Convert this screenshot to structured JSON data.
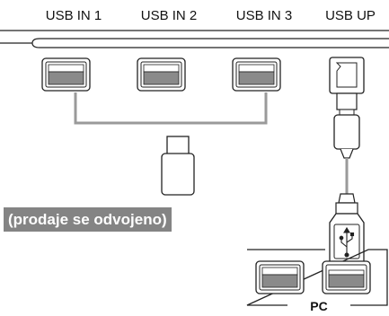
{
  "ports": {
    "usb_in_1": "USB IN 1",
    "usb_in_2": "USB IN 2",
    "usb_in_3": "USB IN 3",
    "usb_up": "USB UP"
  },
  "note": "(prodaje se odvojeno)",
  "pc_label": "PC",
  "icons": [
    "usb-a-port-icon",
    "usb-b-port-icon",
    "usb-flash-drive-icon",
    "usb-cable-icon",
    "usb-symbol-icon"
  ],
  "colors": {
    "note_background": "#848484",
    "port_fill": "#8a8a8a",
    "connector_line": "#9a9a9a",
    "outline": "#222222"
  }
}
